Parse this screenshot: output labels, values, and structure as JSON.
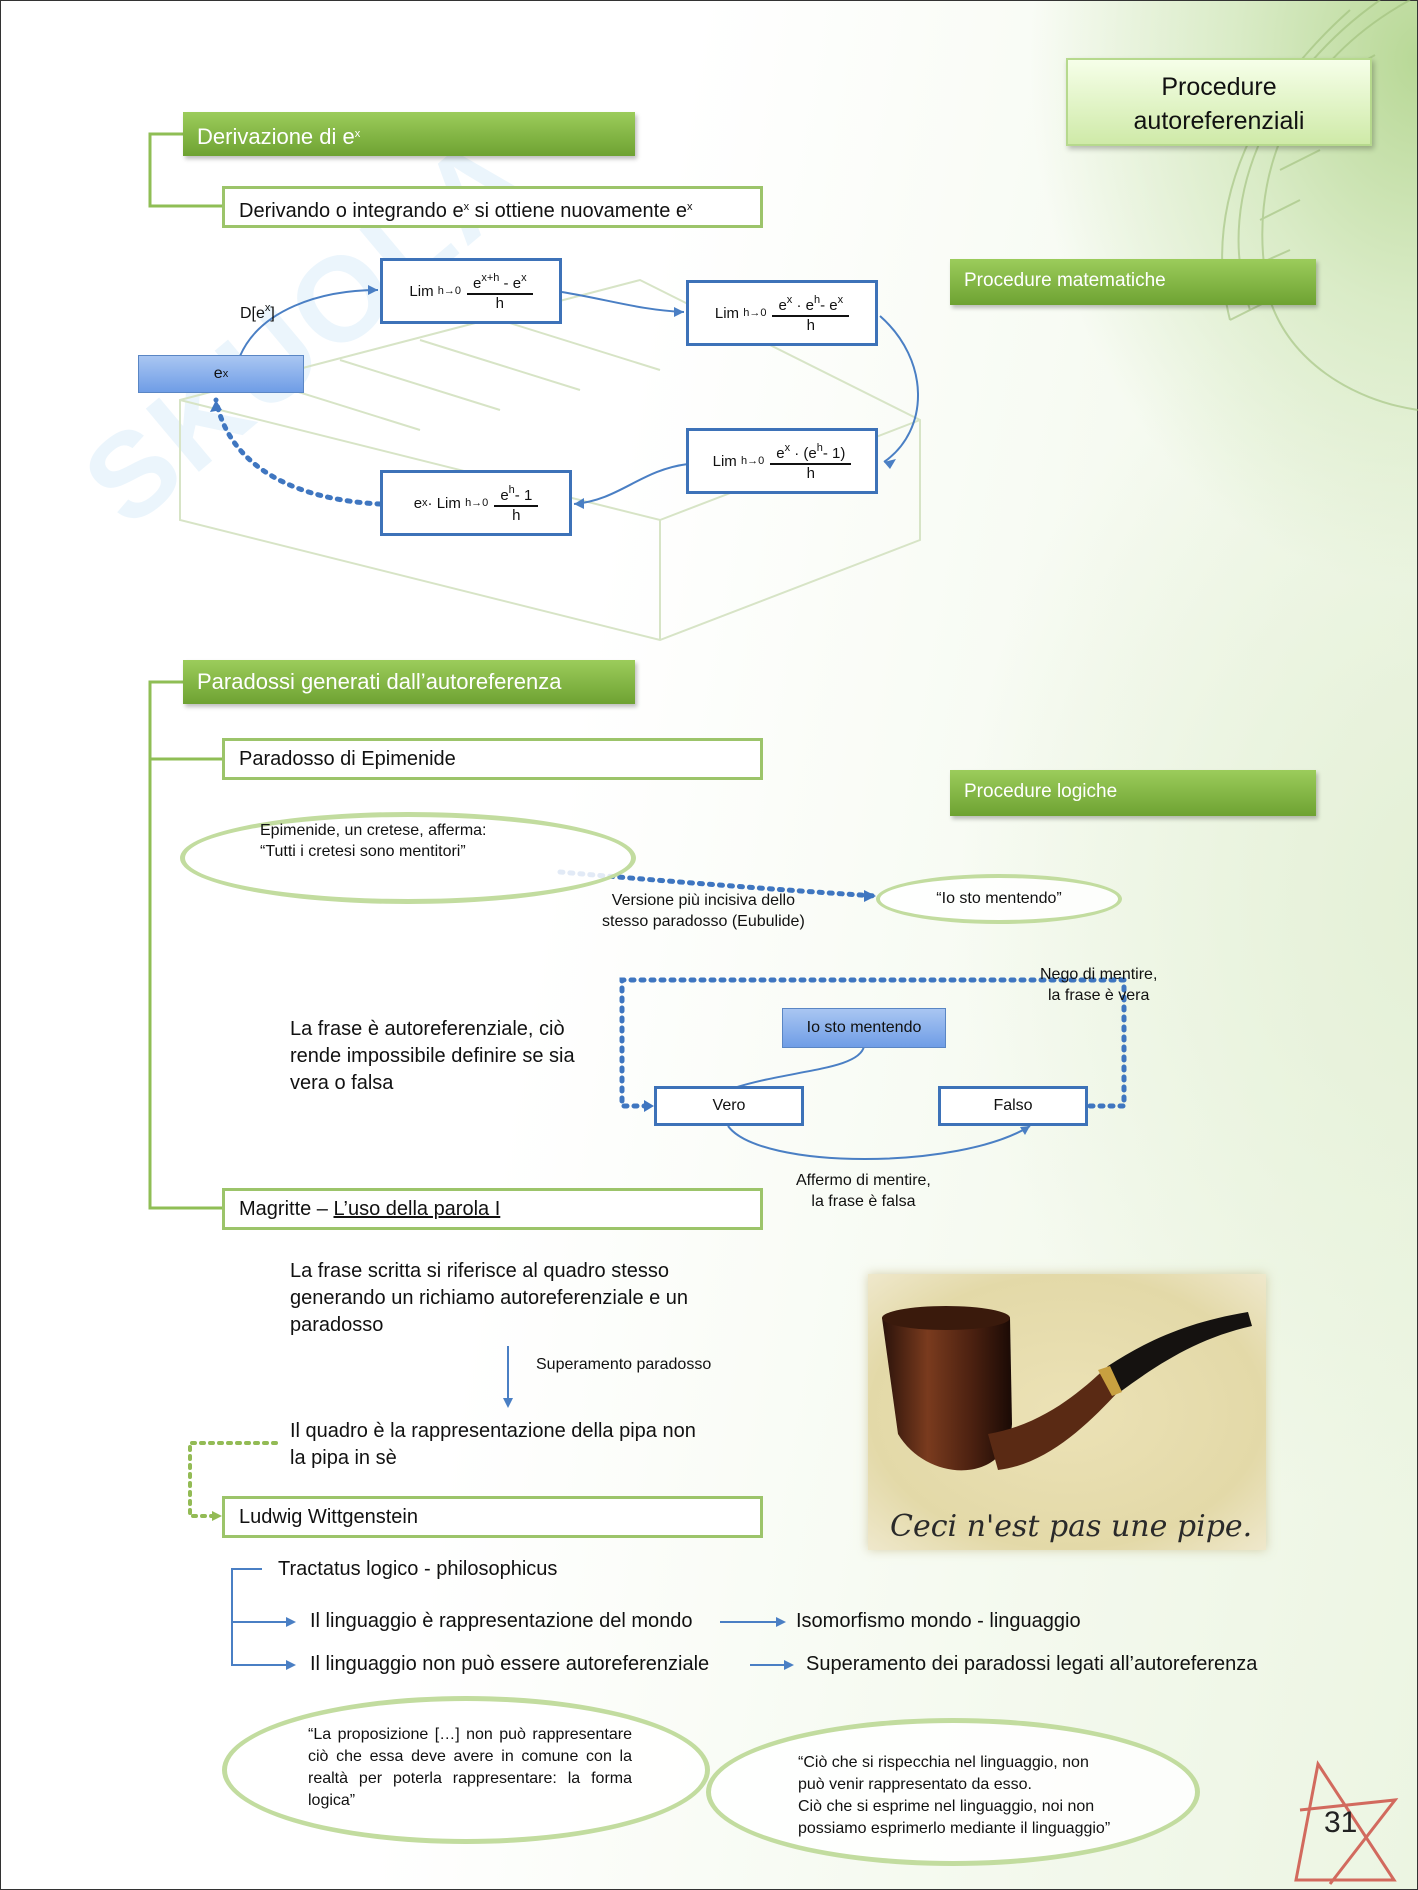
{
  "title_box": {
    "line1": "Procedure",
    "line2": "autoreferenziali"
  },
  "side_labels": {
    "math": "Procedure matematiche",
    "logic": "Procedure logiche"
  },
  "section1": {
    "header": "Derivazione di e",
    "header_sup": "x",
    "statement_a": "Derivando o integrando e",
    "statement_sup1": "x",
    "statement_b": " si ottiene nuovamente e",
    "statement_sup2": "x"
  },
  "diagram": {
    "start": "e",
    "start_sup": "x",
    "arrow_label": "D[e",
    "arrow_label_sup": "x",
    "arrow_label_end": "]",
    "lim": "Lim",
    "lim_sub": "h→0",
    "step1_num": "e",
    "step1_num_sup": "x+h",
    "step1_num_end": " - e",
    "step1_num_sup2": "x",
    "den": "h",
    "step2_num": "e",
    "step2_num_sup": "x",
    "step2_num_mid": " · e",
    "step2_num_sup2": "h",
    "step2_num_end": "- e",
    "step2_num_sup3": "x",
    "step3_num": "e",
    "step3_num_sup": "x",
    "step3_num_mid": " · (e",
    "step3_num_sup2": "h",
    "step3_num_end": "- 1)",
    "step4_pre": "e",
    "step4_pre_sup": "x",
    "step4_pre_end": " · Lim",
    "step4_num": "e",
    "step4_num_sup": "h",
    "step4_num_end": "- 1"
  },
  "section2": {
    "header": "Paradossi generati dall’autoreferenza",
    "epimenide_box": "Paradosso di Epimenide",
    "epimenide_quote_l1": "Epimenide, un cretese, afferma:",
    "epimenide_quote_l2": "“Tutti i cretesi sono mentitori”",
    "version_label_l1": "Versione più incisiva dello",
    "version_label_l2": "stesso paradosso (Eubulide)",
    "liar_quote": "“Io sto mentendo”",
    "explain_l1": "La frase è autoreferenziale, ciò",
    "explain_l2": "rende impossibile definire se sia",
    "explain_l3": "vera o falsa",
    "liar_box": "Io sto mentendo",
    "true_box": "Vero",
    "false_box": "Falso",
    "nego_l1": "Nego di mentire,",
    "nego_l2": "la frase è vera",
    "affermo_l1": "Affermo di mentire,",
    "affermo_l2": "la frase è falsa",
    "magritte_box_a": "Magritte – ",
    "magritte_box_b": "L’uso della parola I",
    "magritte_text_l1": "La frase scritta si riferisce al quadro stesso",
    "magritte_text_l2": "generando un richiamo autoreferenziale e un",
    "magritte_text_l3": "paradosso",
    "superamento": "Superamento paradosso",
    "quadro_l1": "Il quadro è la rappresentazione della pipa non",
    "quadro_l2": "la pipa in sè",
    "pipe_caption": "Ceci n'est pas une pipe.",
    "wittgenstein_box": "Ludwig Wittgenstein",
    "tractatus": "Tractatus logico - philosophicus",
    "lang1": "Il linguaggio è rappresentazione del mondo",
    "lang1_res": "Isomorfismo mondo - linguaggio",
    "lang2": "Il linguaggio non può essere autoreferenziale",
    "lang2_res": "Superamento dei paradossi legati all’autoreferenza",
    "quote1": "“La proposizione […] non può rappresentare ciò che essa deve avere in comune con la realtà per poterla rappresentare: la forma logica”",
    "quote2_l1": "“Ciò che si rispecchia nel linguaggio, non",
    "quote2_l2": "può venir rappresentato da esso.",
    "quote2_l3": "Ciò che si esprime nel linguaggio, noi non",
    "quote2_l4": "possiamo esprimerlo mediante il linguaggio”"
  },
  "page_number": "31",
  "colors": {
    "green": "#79ad3d",
    "blue": "#3d72b8",
    "dotted_blue": "#3f76c0",
    "olive": "#9cc46a"
  }
}
